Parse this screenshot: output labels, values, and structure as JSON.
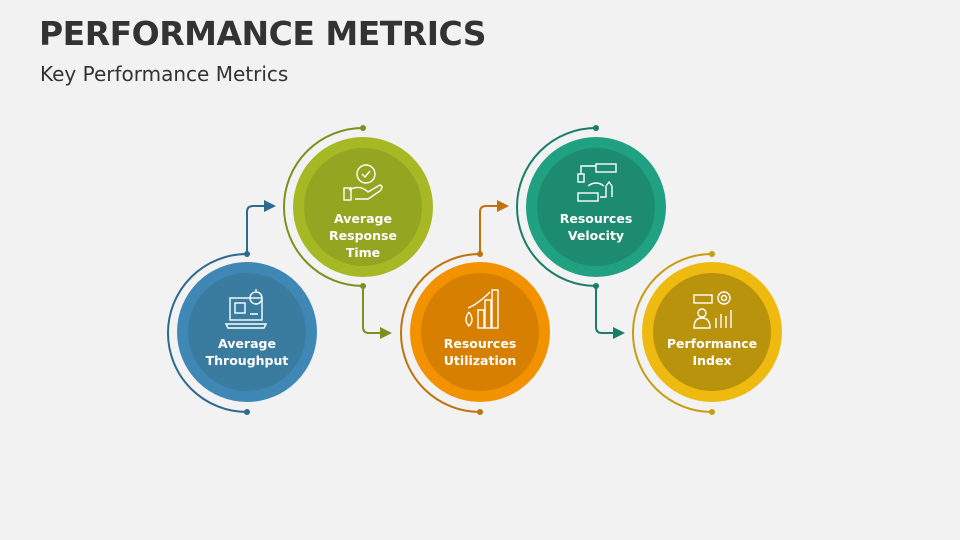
{
  "header": {
    "title": "PERFORMANCE METRICS",
    "subtitle": "Key Performance Metrics"
  },
  "metrics": [
    {
      "lines": [
        "Average",
        "Throughput"
      ],
      "icon": "laptop-stopwatch-icon",
      "outer": "#3f87b4",
      "inner": "#3a7ca0",
      "arc": "#2e6a8e"
    },
    {
      "lines": [
        "Average",
        "Response",
        "Time"
      ],
      "icon": "hand-clock-icon",
      "outer": "#a6b925",
      "inner": "#94a522",
      "arc": "#7f8f1f"
    },
    {
      "lines": [
        "Resources",
        "Utilization"
      ],
      "icon": "growth-chart-icon",
      "outer": "#f39200",
      "inner": "#d67f00",
      "arc": "#c0730c"
    },
    {
      "lines": [
        "Resources",
        "Velocity"
      ],
      "icon": "server-network-icon",
      "outer": "#1fa182",
      "inner": "#1c8b70",
      "arc": "#1a7d67"
    },
    {
      "lines": [
        "Performance",
        "Index"
      ],
      "icon": "person-chart-gear-icon",
      "outer": "#eeba0f",
      "inner": "#b8930b",
      "arc": "#c79d12"
    }
  ]
}
